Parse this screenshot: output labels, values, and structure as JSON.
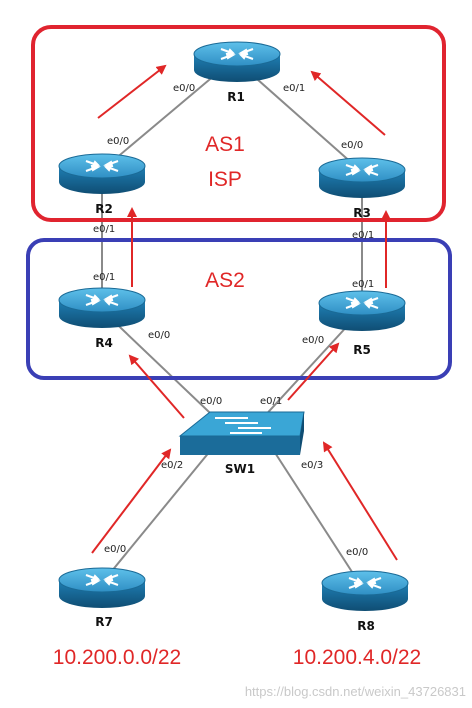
{
  "as_regions": [
    {
      "id": "as1",
      "title": "AS1",
      "subtitle": "ISP",
      "color": "#e0242f"
    },
    {
      "id": "as2",
      "title": "AS2",
      "subtitle": "",
      "color": "#3a3fb5"
    }
  ],
  "devices": {
    "r1": "R1",
    "r2": "R2",
    "r3": "R3",
    "r4": "R4",
    "r5": "R5",
    "r7": "R7",
    "r8": "R8",
    "sw1": "SW1"
  },
  "interfaces": {
    "r1_e00": "e0/0",
    "r1_e01": "e0/1",
    "r2_e00": "e0/0",
    "r2_e01": "e0/1",
    "r3_e00": "e0/0",
    "r3_e01": "e0/1",
    "r4_e01": "e0/1",
    "r4_e00": "e0/0",
    "r5_e01": "e0/1",
    "r5_e00": "e0/0",
    "sw_e00": "e0/0",
    "sw_e01": "e0/1",
    "sw_e02": "e0/2",
    "sw_e03": "e0/3",
    "r7_e00": "e0/0",
    "r8_e00": "e0/0"
  },
  "networks": {
    "left": "10.200.0.0/22",
    "right": "10.200.4.0/22"
  },
  "watermark": "https://blog.csdn.net/weixin_43726831",
  "colors": {
    "router_top": "#3aa6d6",
    "router_side": "#1b6c9a",
    "arrow": "#e02727",
    "link": "#8a8a8a"
  }
}
